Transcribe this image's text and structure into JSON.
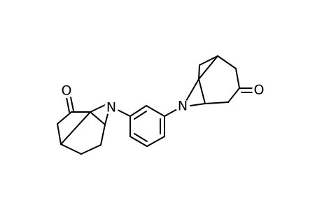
{
  "diagram": {
    "kind": "chemical-structure",
    "colors": {
      "bond": "#000000",
      "label": "#000000",
      "background": "#ffffff"
    },
    "atoms": {
      "left_oxygen": "O",
      "left_nitrogen": "N",
      "right_nitrogen": "N",
      "right_oxygen": "O"
    }
  }
}
